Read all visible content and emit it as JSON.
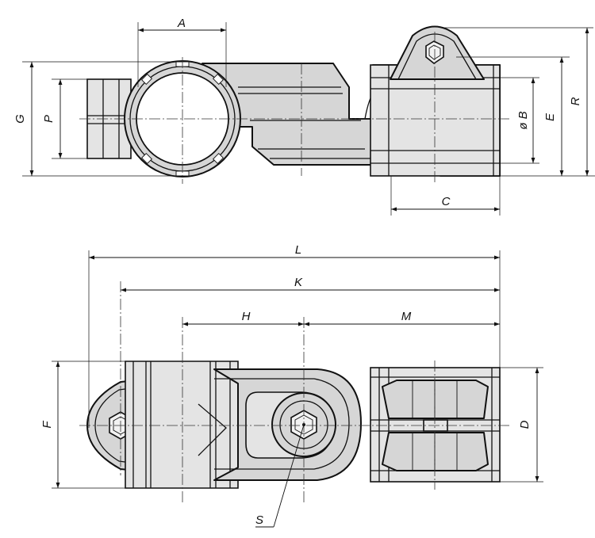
{
  "dimension_labels": {
    "A": "A",
    "G": "G",
    "P": "P",
    "B": "ø B",
    "E": "E",
    "R": "R",
    "C": "C",
    "L": "L",
    "K": "K",
    "H": "H",
    "M": "M",
    "F": "F",
    "D": "D",
    "S": "S"
  }
}
